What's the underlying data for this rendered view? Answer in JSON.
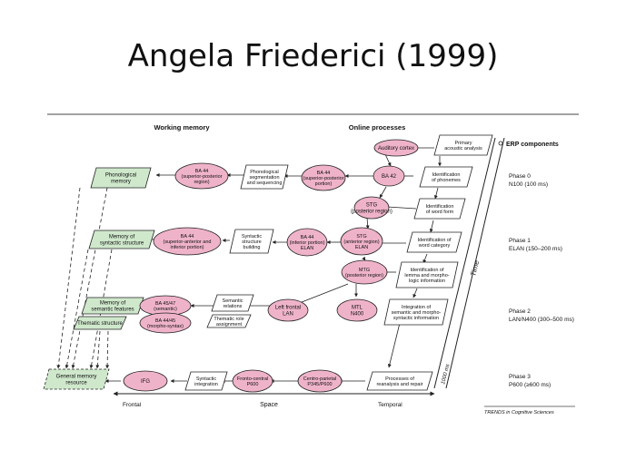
{
  "slide": {
    "title": "Angela Friederici (1999)"
  },
  "figure": {
    "headers": {
      "working_memory": "Working memory",
      "online_processes": "Online processes",
      "erp_components": "ERP components"
    },
    "memory_boxes": [
      {
        "lines": [
          "Phonological",
          "memory"
        ]
      },
      {
        "lines": [
          "Memory of",
          "syntactic structure"
        ]
      },
      {
        "lines": [
          "Memory of",
          "semantic features"
        ]
      },
      {
        "lines": [
          "Thematic structure"
        ]
      },
      {
        "lines": [
          "General memory",
          "resource"
        ]
      }
    ],
    "areas": [
      {
        "lines": [
          "BA 44",
          "(superior-posterior",
          "region)"
        ]
      },
      {
        "lines": [
          "BA 44",
          "(superior-posterior",
          "portion)"
        ]
      },
      {
        "lines": [
          "Auditory cortex"
        ]
      },
      {
        "lines": [
          "BA 42"
        ]
      },
      {
        "lines": [
          "STG",
          "(posterior region)"
        ]
      },
      {
        "lines": [
          "BA 44",
          "(superior-anterior and",
          "inferior portion)"
        ]
      },
      {
        "lines": [
          "BA 44",
          "(inferior portion)",
          "ELAN"
        ]
      },
      {
        "lines": [
          "STG",
          "(anterior region)",
          "ELAN"
        ]
      },
      {
        "lines": [
          "MTG",
          "(posterior region)"
        ]
      },
      {
        "lines": [
          "BA 45/47",
          "(semantic)"
        ]
      },
      {
        "lines": [
          "BA 44/45",
          "(morpho-syntax)"
        ]
      },
      {
        "lines": [
          "Left frontal",
          "LAN"
        ]
      },
      {
        "lines": [
          "MTL",
          "N400"
        ]
      },
      {
        "lines": [
          "IFG"
        ]
      },
      {
        "lines": [
          "Fronto-central",
          "P600"
        ]
      },
      {
        "lines": [
          "Centro-parietal",
          "P345/P600"
        ]
      }
    ],
    "processes": [
      {
        "lines": [
          "Phonological",
          "segmentation",
          "and sequencing"
        ]
      },
      {
        "lines": [
          "Syntactic",
          "structure",
          "building"
        ]
      },
      {
        "lines": [
          "Semantic",
          "relations"
        ]
      },
      {
        "lines": [
          "Thematic role",
          "assignment"
        ]
      },
      {
        "lines": [
          "Syntactic",
          "integration"
        ]
      }
    ],
    "stages": [
      {
        "lines": [
          "Primary",
          "acoustic analysis"
        ]
      },
      {
        "lines": [
          "Identification",
          "of phonemes"
        ]
      },
      {
        "lines": [
          "Identification",
          "of word form"
        ]
      },
      {
        "lines": [
          "Identification of",
          "word category"
        ]
      },
      {
        "lines": [
          "Identification of",
          "lemma and morpho-",
          "logic information"
        ]
      },
      {
        "lines": [
          "Integration of",
          "semantic and morpho-",
          "syntactic information"
        ]
      },
      {
        "lines": [
          "Processes of",
          "reanalysis and repair"
        ]
      }
    ],
    "phases": [
      {
        "name": "Phase 0",
        "detail": "N100 (100 ms)"
      },
      {
        "name": "Phase 1",
        "detail": "ELAN (150–200 ms)"
      },
      {
        "name": "Phase 2",
        "detail": "LAN/N400 (300–500 ms)"
      },
      {
        "name": "Phase 3",
        "detail": "P600 (≥600 ms)"
      }
    ],
    "axes": {
      "time": "Time",
      "time_mark": "1000 ms",
      "space": "Space",
      "frontal": "Frontal",
      "temporal": "Temporal"
    },
    "credit": "TRENDS in Cognitive Sciences",
    "colors": {
      "area_fill": "#efb3c9",
      "memory_fill": "#cfe8cc",
      "stroke": "#222222"
    }
  }
}
